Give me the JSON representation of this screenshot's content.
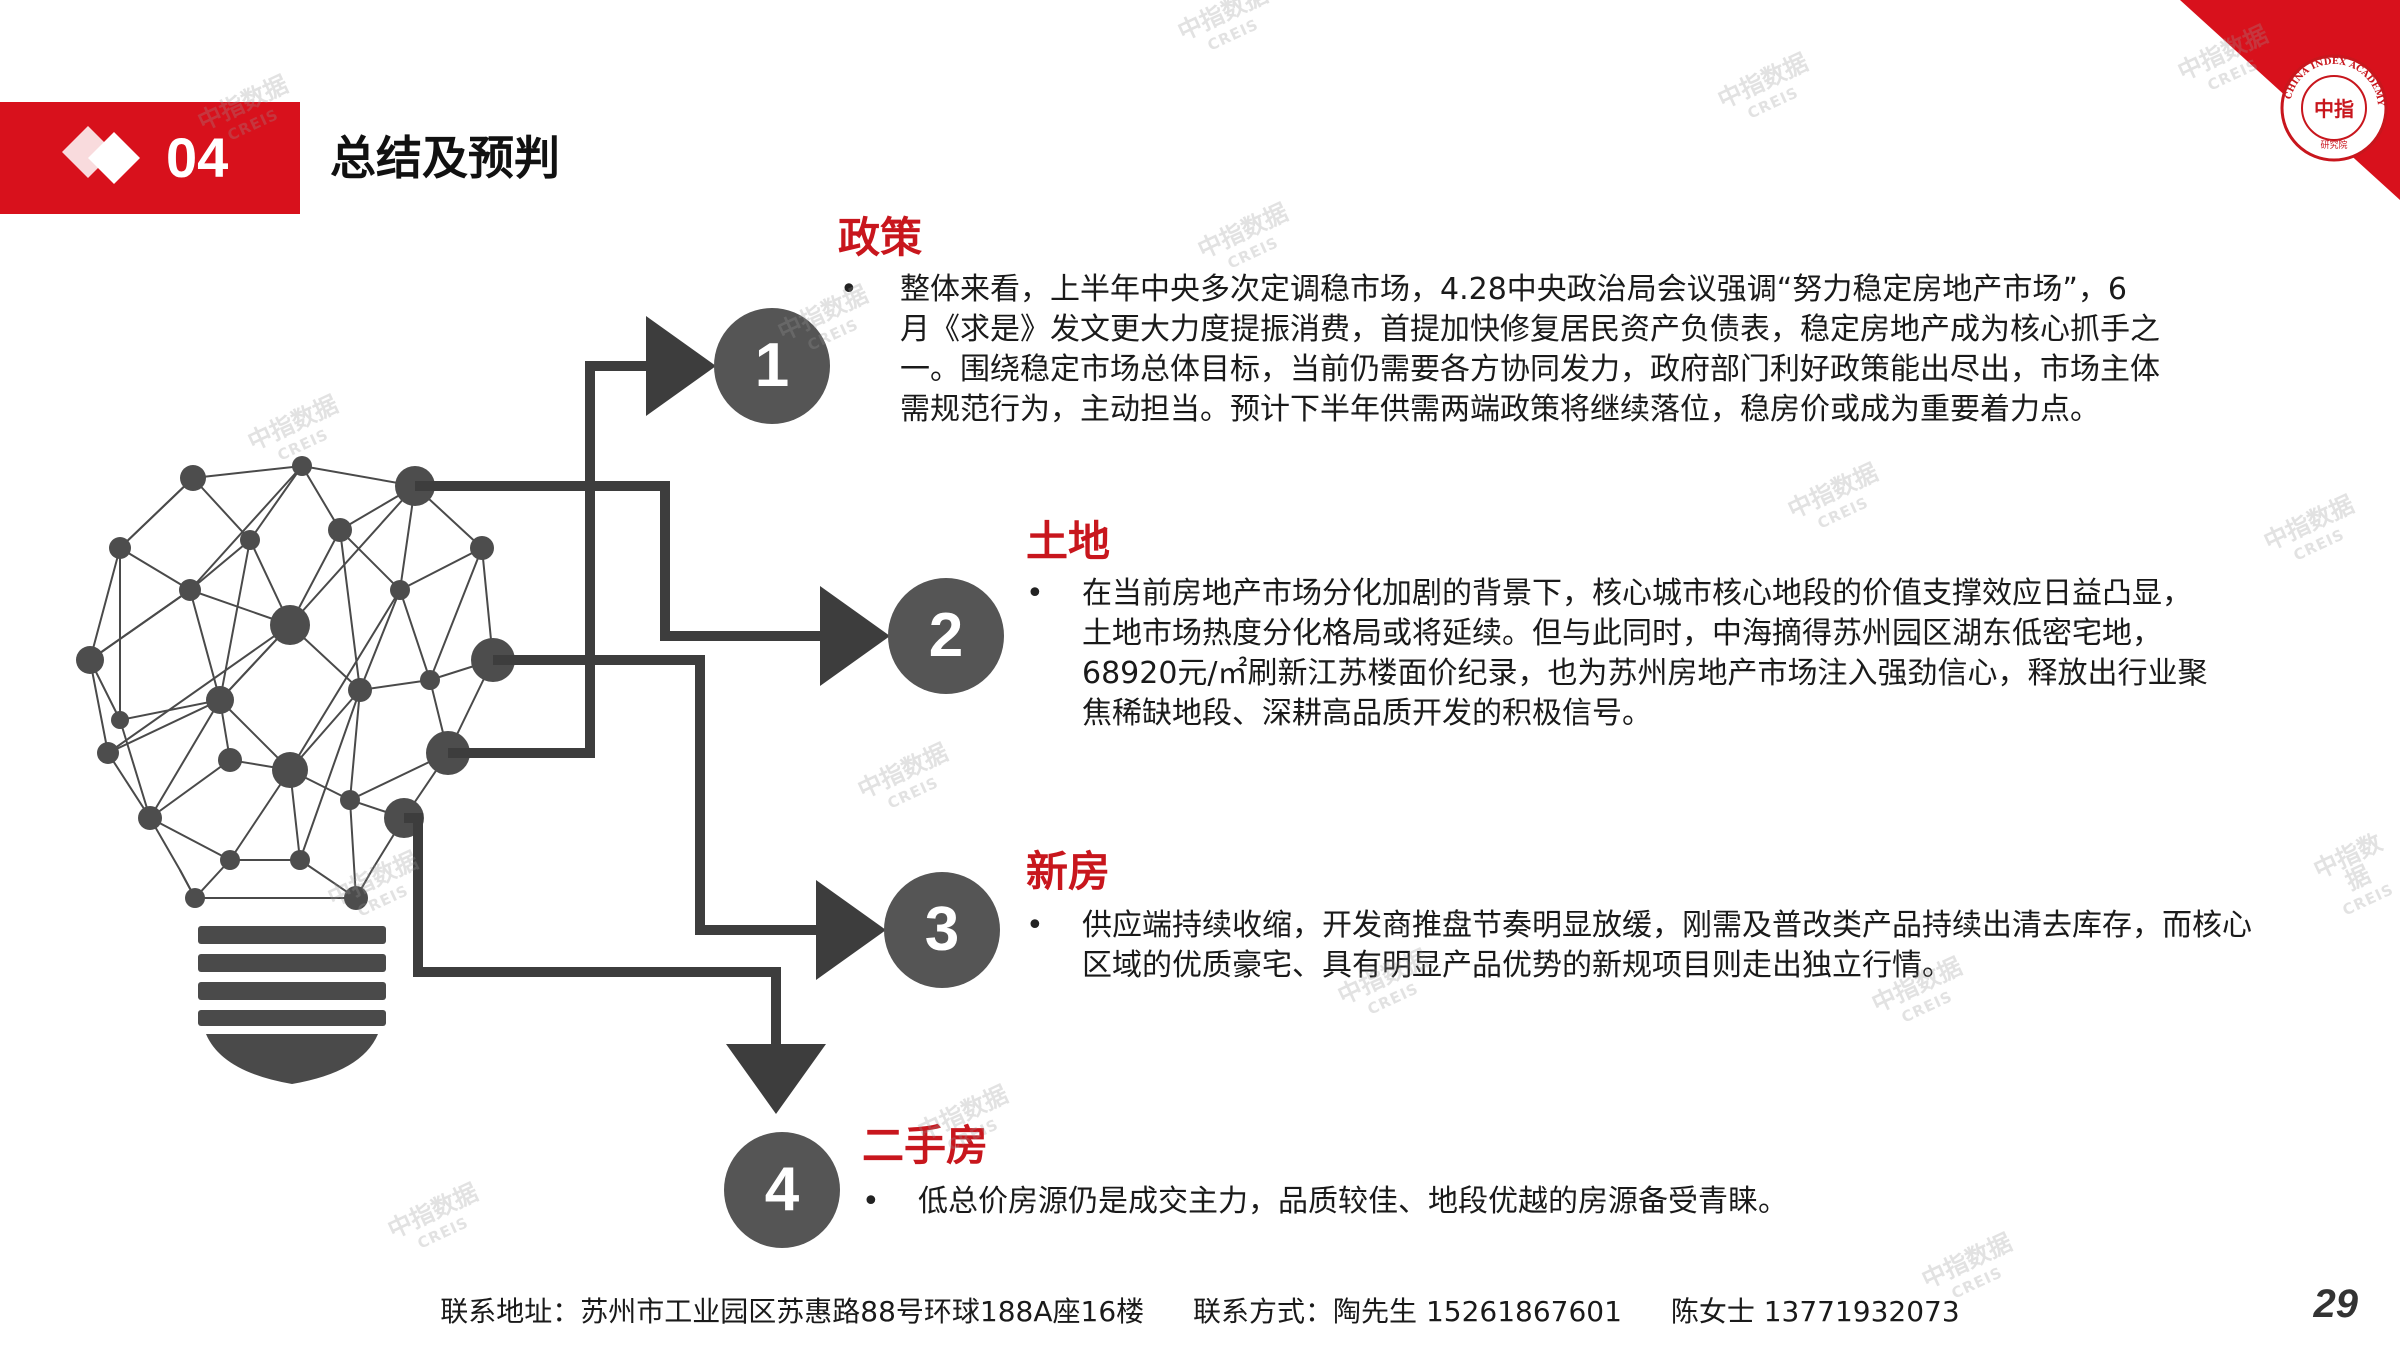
{
  "header": {
    "section_number": "04",
    "title": "总结及预判"
  },
  "logo": {
    "arc_text": "CHINA INDEX ACADEMY",
    "center_text": "中指",
    "bottom_text": "研究院"
  },
  "topics": [
    {
      "number": "1",
      "title": "政策",
      "bullet": "•",
      "lines": [
        "整体来看，上半年中央多次定调稳市场，4.28中央政治局会议强调“努力稳定房地产市场”，6",
        "月《求是》发文更大力度提振消费，首提加快修复居民资产负债表，稳定房地产成为核心抓手之",
        "一。围绕稳定市场总体目标，当前仍需要各方协同发力，政府部门利好政策能出尽出，市场主体",
        "需规范行为，主动担当。预计下半年供需两端政策将继续落位，稳房价或成为重要着力点。"
      ]
    },
    {
      "number": "2",
      "title": "土地",
      "bullet": "•",
      "lines": [
        "在当前房地产市场分化加剧的背景下，核心城市核心地段的价值支撑效应日益凸显，",
        "土地市场热度分化格局或将延续。但与此同时，中海摘得苏州园区湖东低密宅地，",
        "68920元/㎡刷新江苏楼面价纪录，也为苏州房地产市场注入强劲信心，释放出行业聚",
        "焦稀缺地段、深耕高品质开发的积极信号。"
      ]
    },
    {
      "number": "3",
      "title": "新房",
      "bullet": "•",
      "lines": [
        "供应端持续收缩，开发商推盘节奏明显放缓，刚需及普改类产品持续出清去库存，而核心",
        "区域的优质豪宅、具有明显产品优势的新规项目则走出独立行情。"
      ]
    },
    {
      "number": "4",
      "title": "二手房",
      "bullet": "•",
      "lines": [
        "低总价房源仍是成交主力，品质较佳、地段优越的房源备受青睐。"
      ]
    }
  ],
  "footer": {
    "address": "联系地址：苏州市工业园区苏惠路88号环球188A座16楼",
    "contact1": "联系方式：陶先生 15261867601",
    "contact2": "陈女士 13771932073"
  },
  "page_number": "29",
  "watermark": {
    "cn": "中指数据",
    "en": "CREIS"
  },
  "colors": {
    "accent_red": "#d8111c",
    "title_red": "#c8161d",
    "dark_gray": "#4a4a4a",
    "circle_gray": "#555555"
  },
  "icons": [
    "diamond-icon",
    "lightbulb-network-icon",
    "academy-seal-icon",
    "arrow-icon"
  ]
}
